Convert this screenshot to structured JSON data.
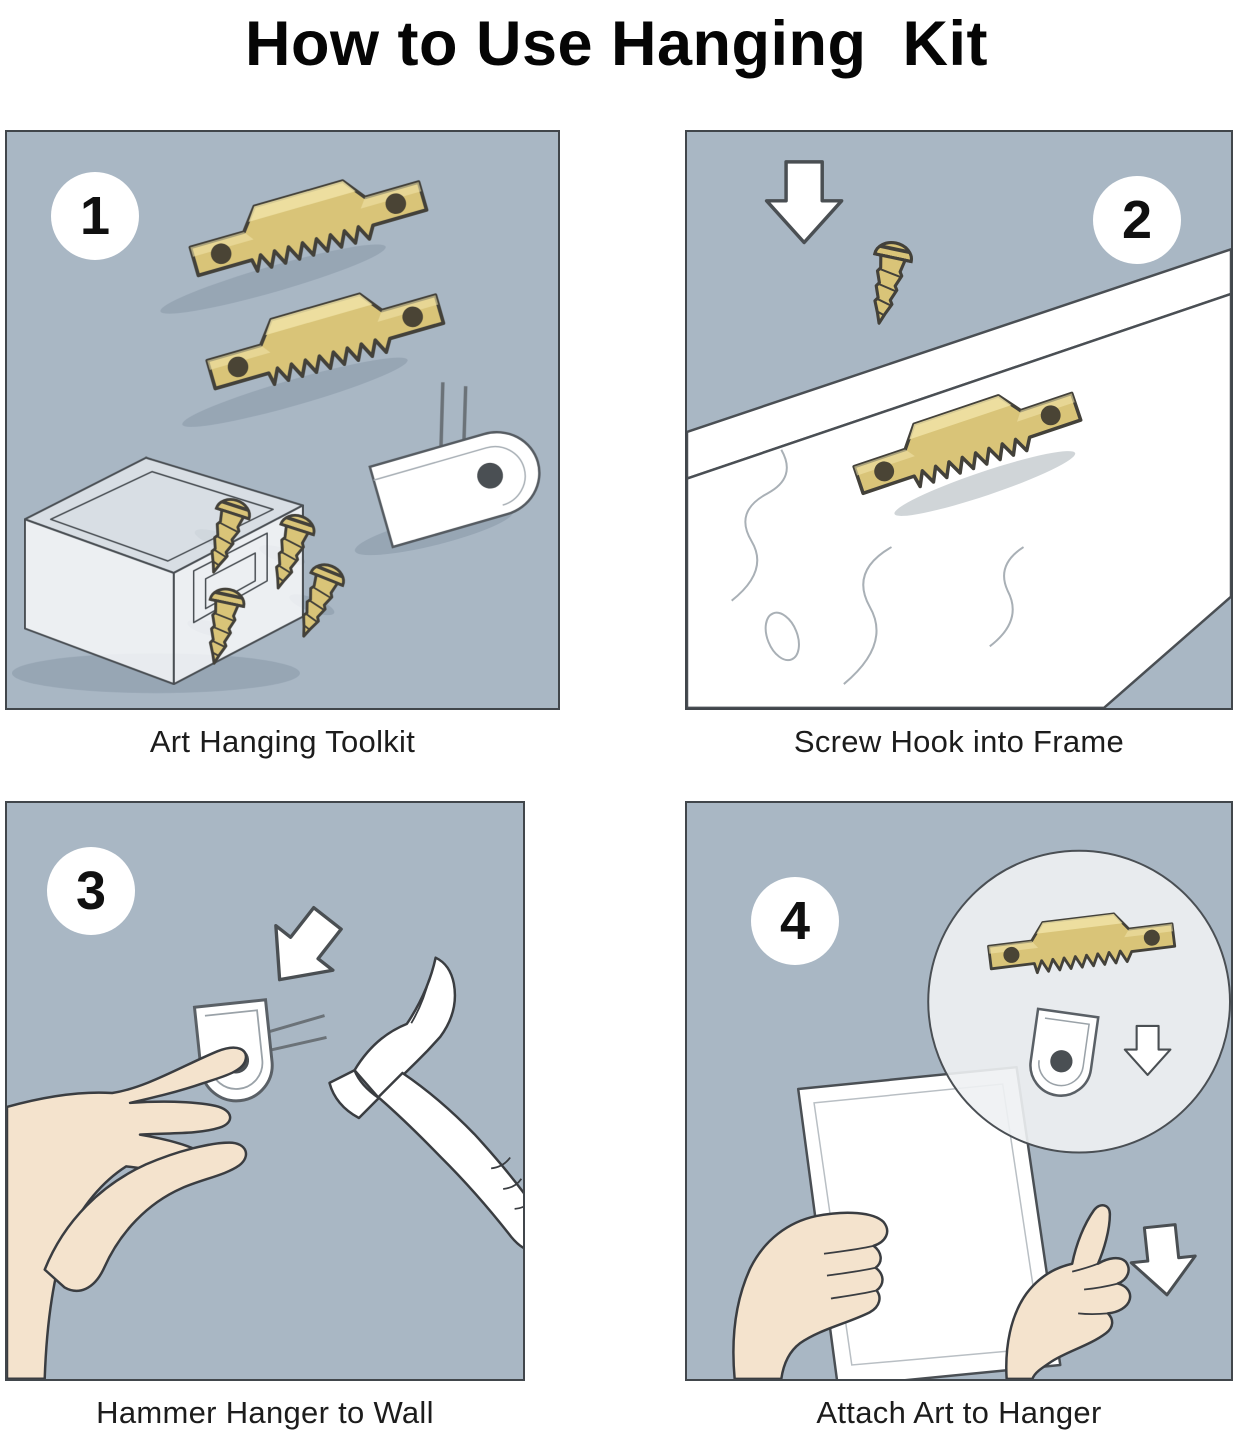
{
  "title": "How to Use Hanging  Kit",
  "panels": [
    {
      "number": "1",
      "caption": "Art Hanging Toolkit"
    },
    {
      "number": "2",
      "caption": "Screw Hook into Frame"
    },
    {
      "number": "3",
      "caption": "Hammer Hanger to Wall"
    },
    {
      "number": "4",
      "caption": "Attach Art to Hanger"
    }
  ],
  "colors": {
    "panel_background": "#a9b7c4",
    "panel_border": "#41464b",
    "brass": "#d9c478",
    "brass_highlight": "#f0e3a6",
    "outline": "#3a3d41",
    "skin": "#f4e3cd",
    "shadow": "#8494a4",
    "white": "#ffffff"
  },
  "icons": [
    "down-arrow-icon",
    "sawtooth-hanger",
    "screw",
    "wall-hook",
    "hammer",
    "hand",
    "art-canvas",
    "detail-magnifier"
  ]
}
